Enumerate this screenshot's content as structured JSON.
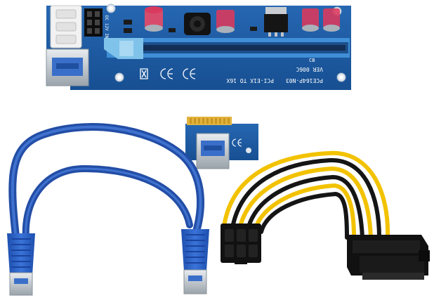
{
  "riser_board": {
    "silkscreen_main": "PCE164P-N03",
    "silkscreen_sub": "PCI-E1X TO 16X",
    "silkscreen_ver": "VER 006C",
    "silkscreen_cap": "CB",
    "silkscreen_power": "DC 12V IN"
  },
  "colors": {
    "pcb": "#1f5fa8",
    "slot": "#3f8fd6",
    "slot_latch": "#7fc3ea",
    "cable": "#2a58b8",
    "usb_plug": "#2c63c9",
    "capacitor": "#d83a5e",
    "molex": "#f2f2f2",
    "wire_yellow": "#f2c200",
    "wire_black": "#151515",
    "sata_body": "#111111"
  }
}
